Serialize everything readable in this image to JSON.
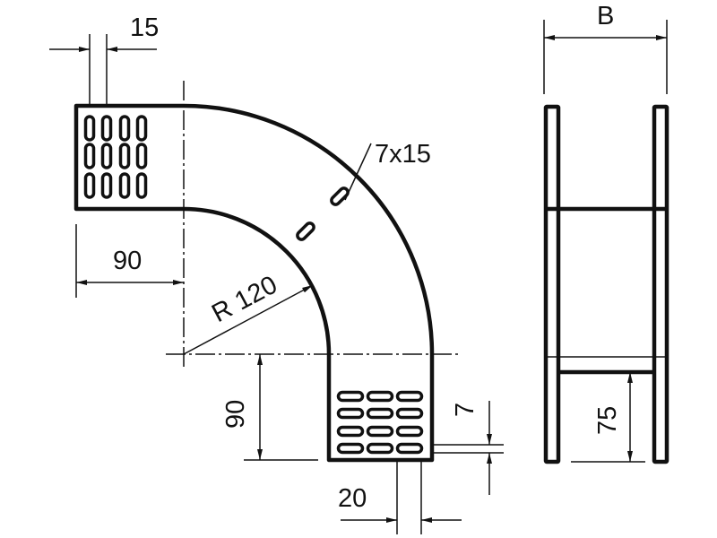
{
  "drawing": {
    "title": "90° cable tray bend dimension drawing",
    "dimensions": {
      "slot_pitch": "15",
      "slot_size": "7x15",
      "straight_length_top": "90",
      "radius": "R 120",
      "straight_length_bottom": "90",
      "slot_pitch_bottom": "20",
      "slot_width": "7",
      "width": "B",
      "height": "75"
    },
    "colors": {
      "line": "#111111",
      "background": "#ffffff"
    }
  }
}
